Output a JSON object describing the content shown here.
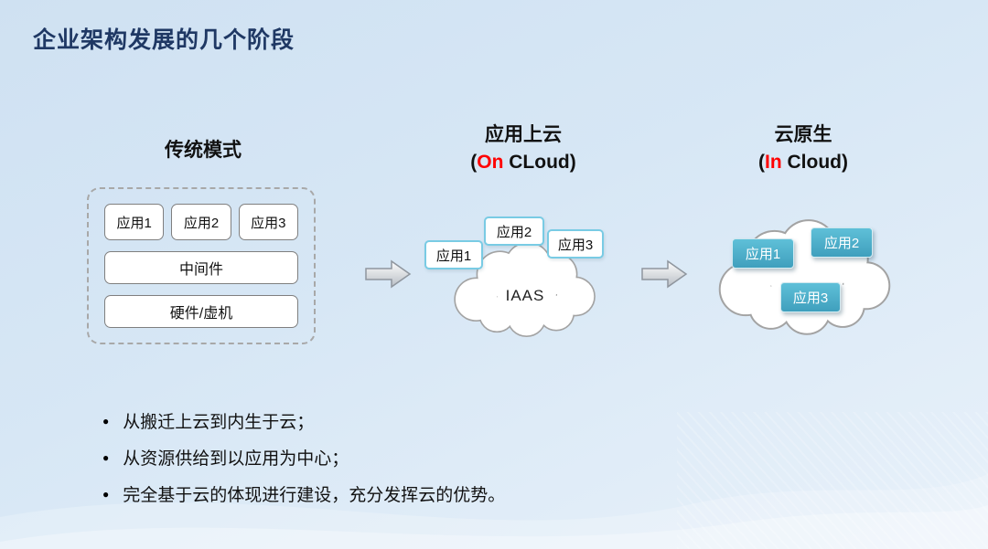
{
  "slide": {
    "title": "企业架构发展的几个阶段",
    "stage1": {
      "title": "传统模式",
      "apps": [
        "应用1",
        "应用2",
        "应用3"
      ],
      "middleware": "中间件",
      "hardware": "硬件/虚机"
    },
    "stage2": {
      "title": "应用上云",
      "sub_open": "(",
      "sub_accent": "On",
      "sub_rest": " CLoud)",
      "cloud_label": "IAAS",
      "apps": [
        "应用1",
        "应用2",
        "应用3"
      ]
    },
    "stage3": {
      "title": "云原生",
      "sub_open": "(",
      "sub_accent": "In",
      "sub_rest": " Cloud)",
      "apps": [
        "应用1",
        "应用2",
        "应用3"
      ]
    },
    "bullets": [
      "从搬迁上云到内生于云；",
      "从资源供给到以应用为中心；",
      "完全基于云的体现进行建设，充分发挥云的优势。"
    ],
    "colors": {
      "title_blue": "#1F3864",
      "accent_red": "#FF0000",
      "cloud_app_fill": "#4BACC6",
      "cloud_app_border_light": "#79CBE4",
      "outline_gray": "#A6A6A6"
    }
  }
}
